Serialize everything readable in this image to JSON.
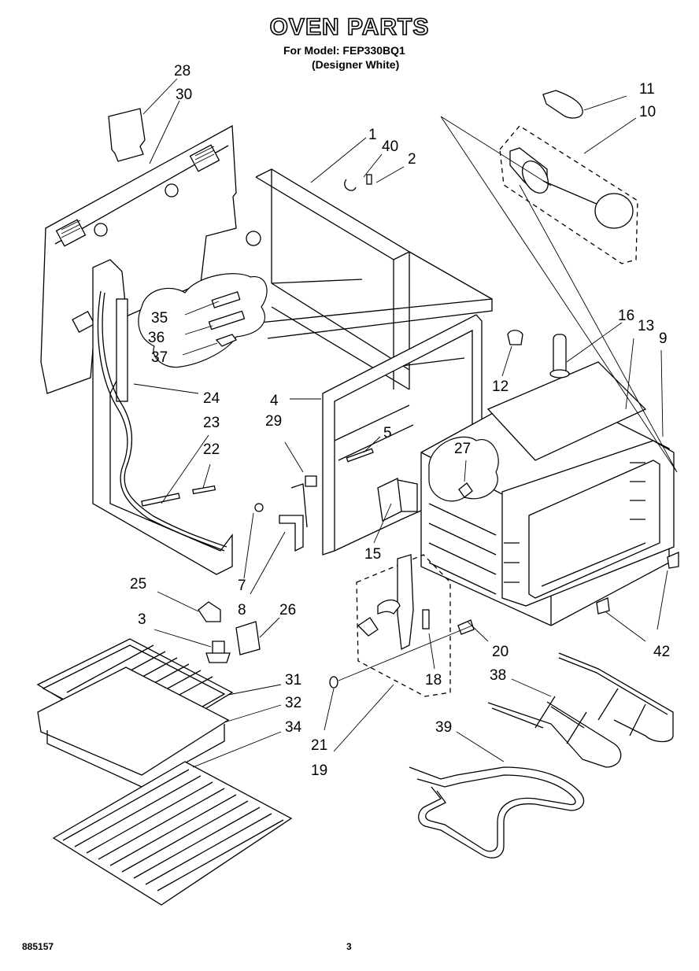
{
  "header": {
    "title": "OVEN PARTS",
    "model_line": "For Model: FEP330BQ1",
    "color_line": "(Designer White)"
  },
  "footer": {
    "doc_number": "885157",
    "page_number": "3"
  },
  "callouts": [
    "28",
    "30",
    "1",
    "40",
    "2",
    "11",
    "10",
    "35",
    "36",
    "37",
    "24",
    "16",
    "13",
    "9",
    "12",
    "4",
    "23",
    "29",
    "22",
    "5",
    "27",
    "15",
    "25",
    "7",
    "8",
    "26",
    "3",
    "31",
    "32",
    "34",
    "20",
    "42",
    "38",
    "18",
    "21",
    "19",
    "39"
  ]
}
